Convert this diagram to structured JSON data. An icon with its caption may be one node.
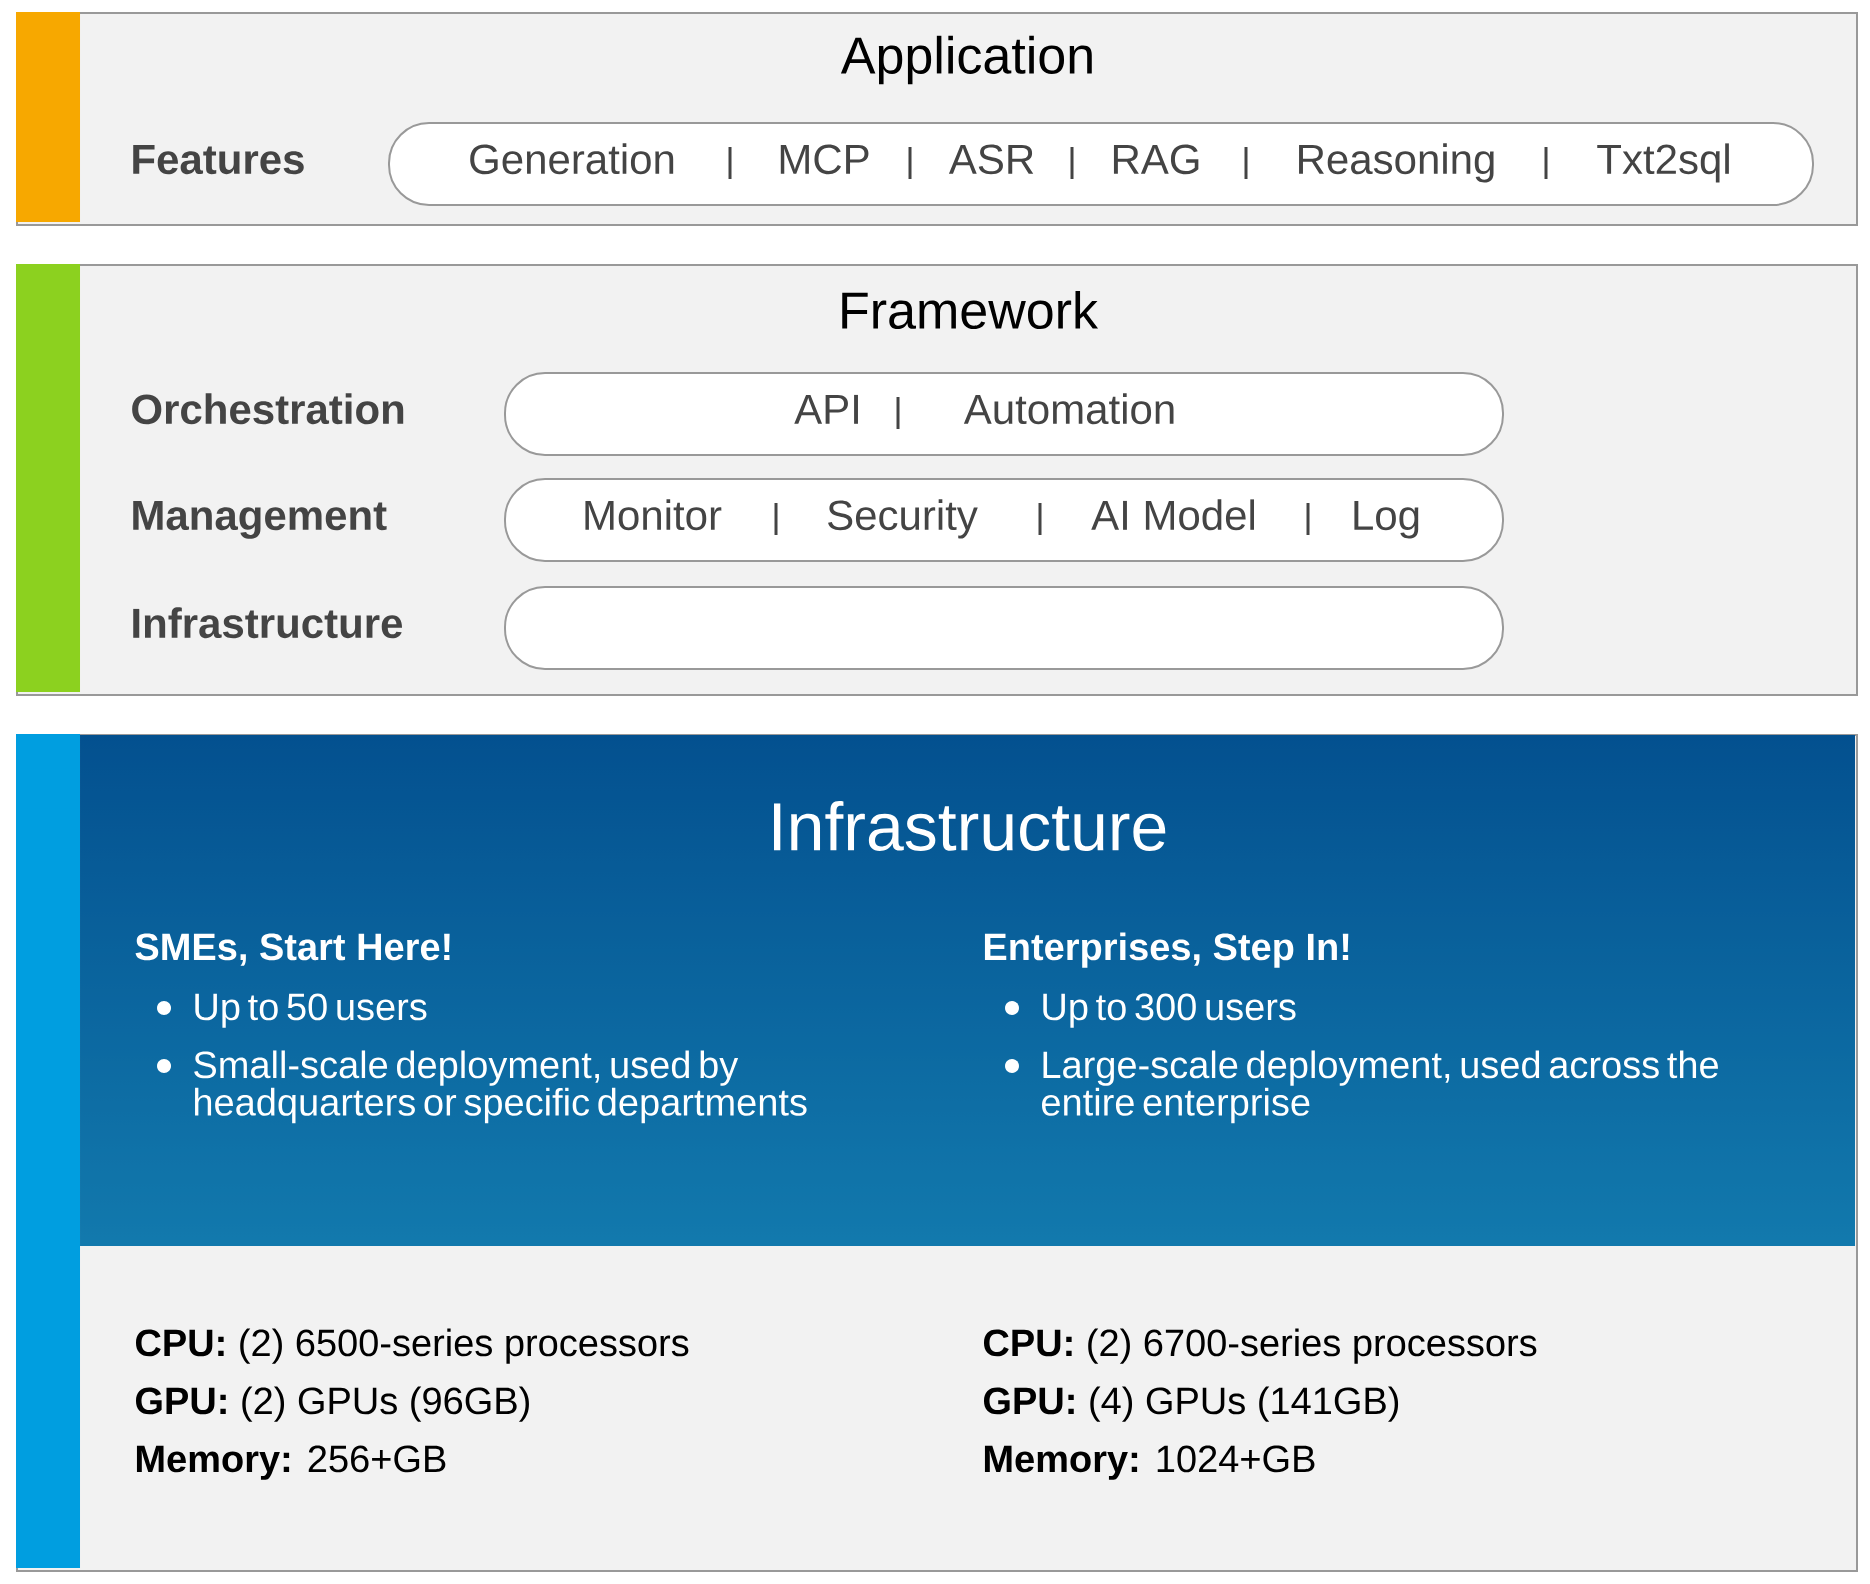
{
  "diagram": {
    "nodes": [
      {
        "text": [
          "Application"
        ]
      },
      {
        "text": [
          "Generation",
          "MCP",
          "ASR",
          "RAG",
          "Reasoning",
          "Txt2sql"
        ],
        "beside": [
          "Features"
        ],
        "in": 0
      },
      {
        "text": [
          "Framework"
        ]
      },
      {
        "text": [
          "API",
          "Automation"
        ],
        "beside": [
          "Orchestration"
        ],
        "in": 2
      },
      {
        "text": [
          "Monitor",
          "Security",
          "AI Model",
          "Log"
        ],
        "beside": [
          "Management"
        ],
        "in": 2
      },
      {
        "text": [],
        "shape": "box",
        "beside": [
          "Infrastructure"
        ],
        "in": 2
      },
      {
        "text": [
          "Infrastructure",
          "SMEs, Start Here!",
          "Up to 50 users",
          "Small-scale deployment, used by headquarters or specific departments",
          "Enterprises, Step In!",
          "Up to 300 users",
          "Large-scale deployment, used across the entire enterprise"
        ]
      },
      {
        "text": [
          "**CPU:** (2) 6500-series processors",
          "**GPU:** (2) GPUs (96GB)",
          "**Memory:** 256+GB",
          "**CPU:** (2) 6700-series processors",
          "**GPU:** (4) GPUs (141GB)",
          "**Memory:** 1024+GB"
        ],
        "in": 6
      }
    ]
  }
}
